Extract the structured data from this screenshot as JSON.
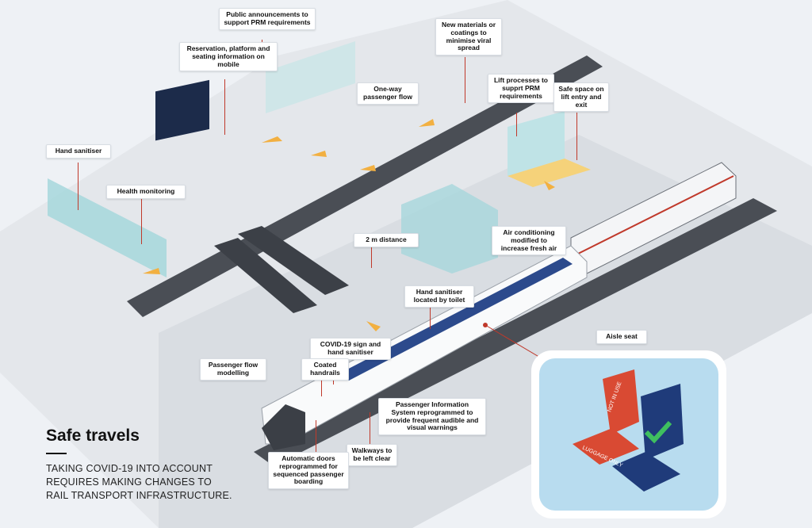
{
  "callouts": {
    "public_announcements": "Public announcements to support PRM requirements",
    "reservation": "Reservation, platform and seating information on mobile",
    "new_materials": "New materials or coatings to minimise viral spread",
    "one_way": "One-way passenger flow",
    "lift_processes": "Lift processes to supprt PRM requirements",
    "safe_space": "Safe space on lift entry and exit",
    "hand_sanitiser": "Hand sanitiser",
    "health_monitoring": "Health monitoring",
    "two_m": "2 m distance",
    "air_conditioning": "Air conditioning modified to increase fresh air",
    "hand_sanitiser_toilet": "Hand sanitiser located by toilet",
    "aisle_seat": "Aisle seat",
    "covid_sign": "COVID-19 sign and hand sanitiser",
    "coated_handrails": "Coated handrails",
    "passenger_flow": "Passenger flow modelling",
    "pis": "Passenger Information System reprogrammed to provide frequent audible and visual warnings",
    "walkways": "Walkways to be left clear",
    "automatic_doors": "Automatic doors reprogrammed for sequenced passenger boarding"
  },
  "seat_text": {
    "not_in_use": "NOT IN USE",
    "luggage_only": "LUGGAGE ONLY"
  },
  "heading": {
    "title": "Safe travels",
    "subtitle": "TAKING COVID-19 INTO ACCOUNT REQUIRES MAKING CHANGES TO RAIL TRANSPORT INFRASTRUCTURE."
  },
  "colors": {
    "accent_red": "#c0392b",
    "arrow_orange": "#f2b041",
    "seat_red": "#d94a33",
    "seat_blue": "#1f3b7a",
    "check_green": "#3fbf5f"
  }
}
